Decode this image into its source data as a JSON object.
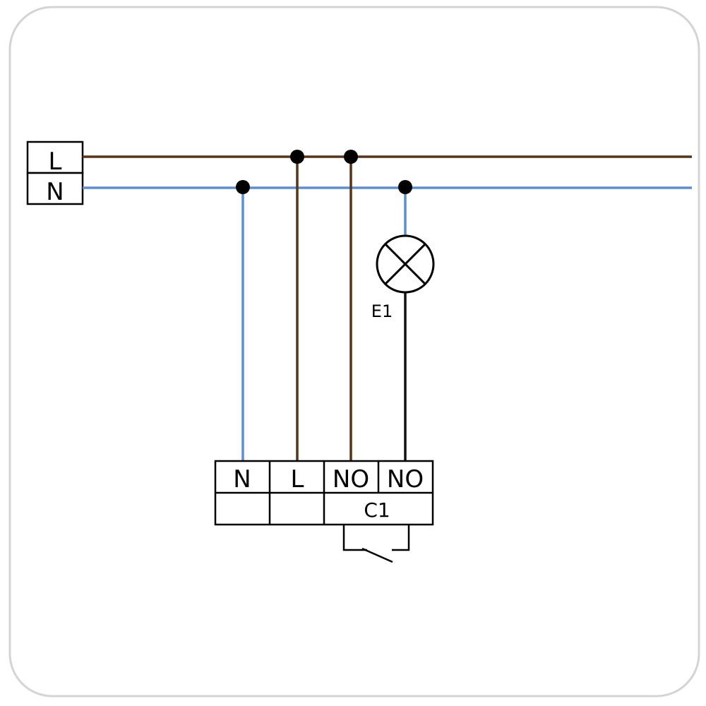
{
  "colors": {
    "live": "#5a3418",
    "neutral": "#5b8fd1",
    "switched": "#111111",
    "frame": "#d4d4d4",
    "ink": "#000000"
  },
  "supply": {
    "live_label": "L",
    "neutral_label": "N"
  },
  "lamp": {
    "label": "E1",
    "icon": "lamp-cross-icon"
  },
  "device": {
    "terminals": [
      "N",
      "L",
      "NO",
      "NO"
    ],
    "relay_label": "C1",
    "relay_icon": "normally-open-contact-icon"
  }
}
